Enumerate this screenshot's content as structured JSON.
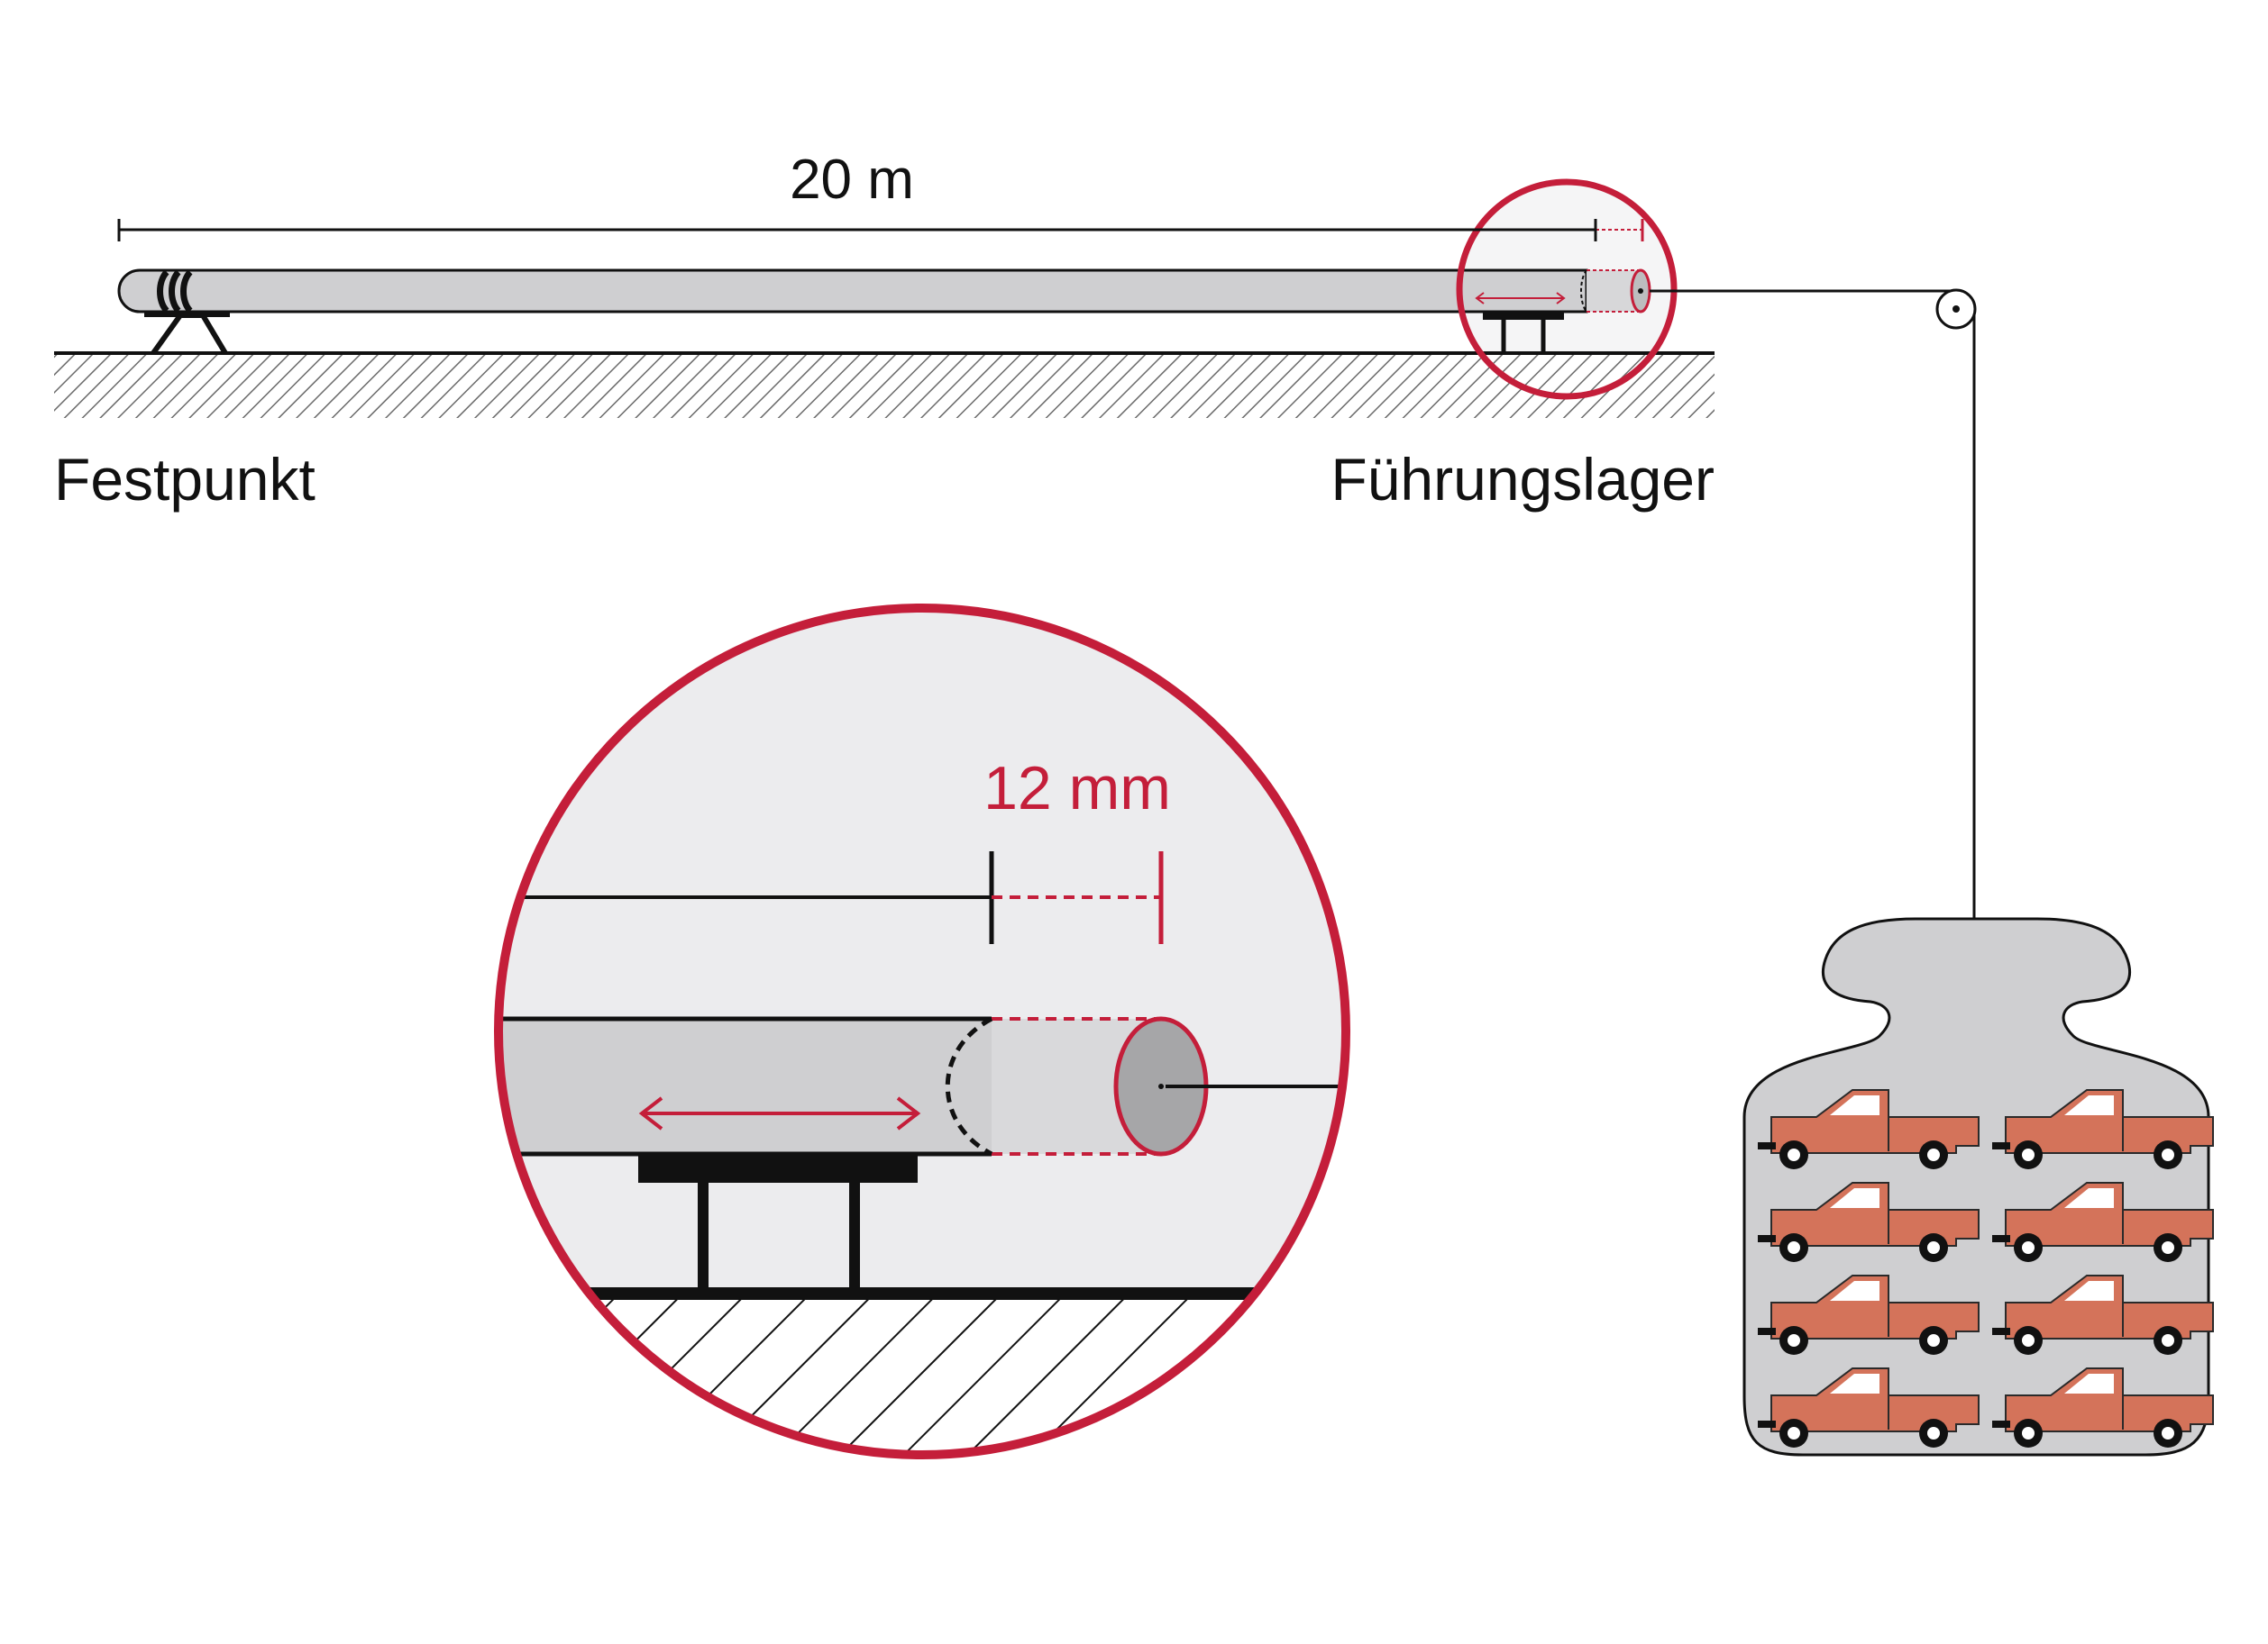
{
  "labels": {
    "length": "20 m",
    "fixed_point": "Festpunkt",
    "guide_bearing": "Führungslager",
    "expansion": "12 mm"
  },
  "colors": {
    "accent_red": "#c41e3a",
    "pipe_gray": "#cfcfd1",
    "pipe_end_gray": "#a6a6a8",
    "zoom_background": "#ececee",
    "ground_hatch": "#555555",
    "weight_gray": "#cfcfd1",
    "truck_orange": "#d4735a",
    "outline": "#111111"
  },
  "weight": {
    "truck_icon": "pickup-truck-icon",
    "truck_count": 8
  }
}
